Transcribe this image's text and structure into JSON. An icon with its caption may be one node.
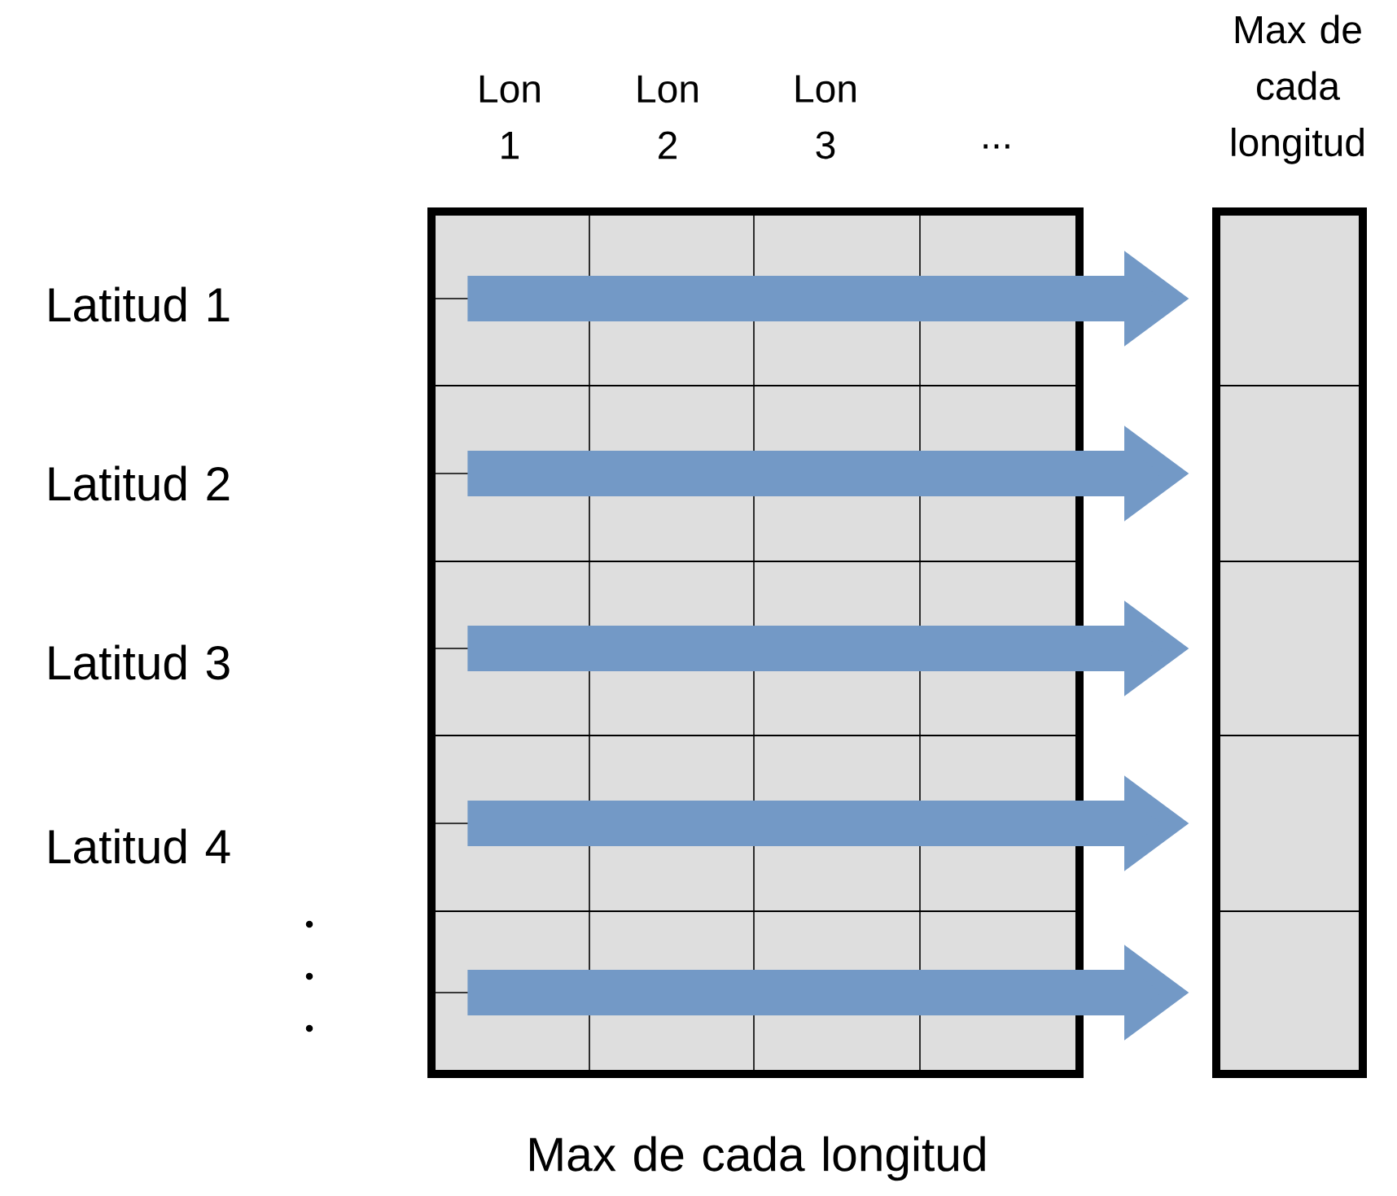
{
  "diagram": {
    "nodes": [
      {
        "text": [],
        "shape": "box"
      },
      {
        "text": [],
        "shape": "box",
        "in": 0
      },
      {
        "text": [],
        "shape": "box",
        "in": 0
      },
      {
        "text": [],
        "shape": "box",
        "in": 0
      },
      {
        "text": [],
        "shape": "box",
        "in": 0
      },
      {
        "text": [],
        "shape": "box",
        "in": 0
      },
      {
        "text": [],
        "shape": "box"
      },
      {
        "text": [],
        "shape": "box",
        "in": 6
      },
      {
        "text": [],
        "shape": "box",
        "in": 6
      },
      {
        "text": [],
        "shape": "box",
        "in": 6
      },
      {
        "text": [],
        "shape": "box",
        "in": 6
      },
      {
        "text": [],
        "shape": "box",
        "in": 6
      }
    ],
    "edges": [
      {
        "from": 1,
        "to": 7,
        "arrow": "to"
      },
      {
        "from": 2,
        "to": 8,
        "arrow": "to"
      },
      {
        "from": 3,
        "to": 9,
        "arrow": "to"
      },
      {
        "from": 4,
        "to": 10,
        "arrow": "to"
      },
      {
        "from": 5,
        "to": 11,
        "arrow": "to"
      }
    ],
    "labels": [
      "Lon 1",
      "Lon 2",
      "Lon 3",
      "...",
      "Max de cada longitud",
      "Latitud 1",
      "Latitud 2",
      "Latitud 3",
      "Latitud 4",
      "Max de cada longitud"
    ]
  }
}
